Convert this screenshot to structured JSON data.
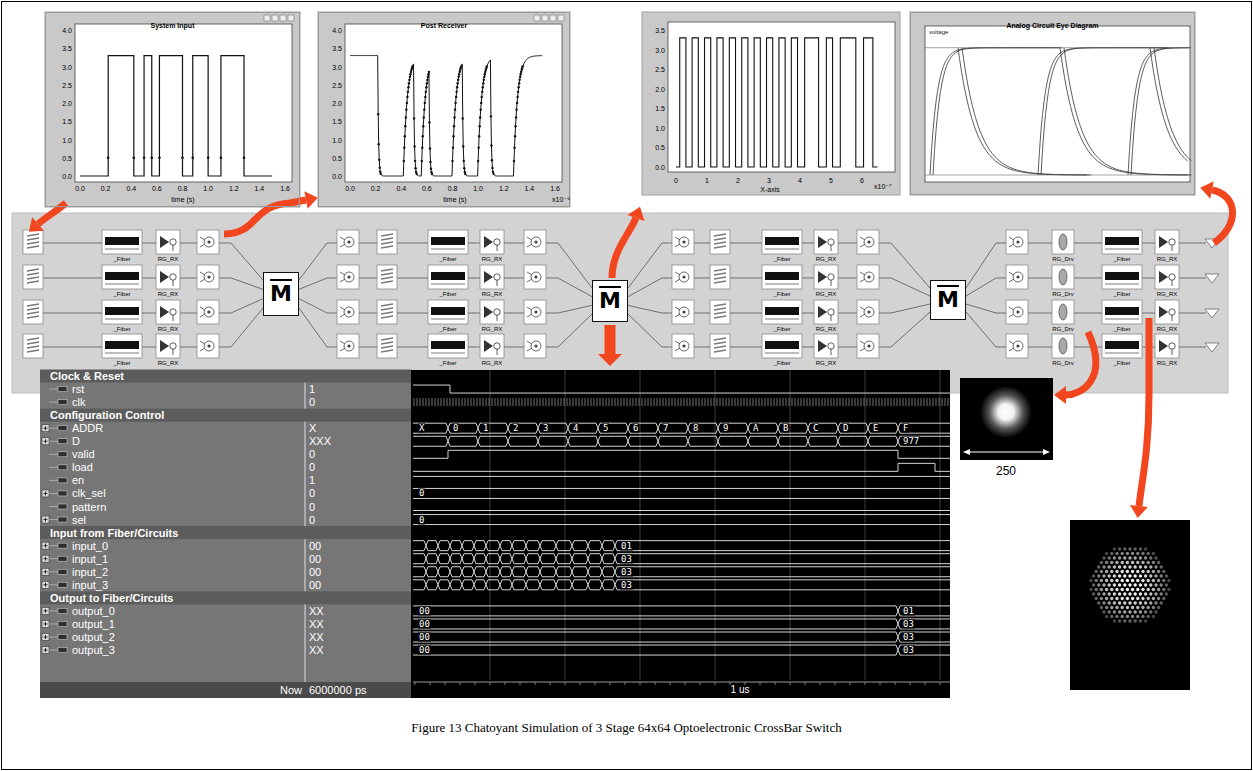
{
  "diagram": {
    "caption": "Figure 13 Chatoyant Simulation of 3 Stage 64x64 Optoelectronic CrossBar Switch",
    "nodes": [
      {
        "text": [
          "System Input"
        ]
      },
      {
        "text": [
          "Post Receiver"
        ]
      },
      {
        "text": [
          "Analog Circuit Eye Diagram"
        ]
      },
      {
        "text": [
          "M"
        ]
      },
      {
        "text": [
          "M"
        ]
      },
      {
        "text": [
          "M"
        ]
      }
    ],
    "labels": [
      "4.0",
      "3.5",
      "3.0",
      "2.5",
      "2.0",
      "1.5",
      "1.0",
      "0.5",
      "0.0",
      "0.0",
      "0.2",
      "0.4",
      "0.6",
      "0.8",
      "1.0",
      "1.2",
      "1.4",
      "1.6",
      "time (s)",
      "4.0",
      "3.5",
      "3.0",
      "2.5",
      "2.0",
      "1.5",
      "1.0",
      "0.5",
      "0.0",
      "0.0",
      "0.2",
      "0.4",
      "0.6",
      "0.8",
      "1.0",
      "1.2",
      "1.4",
      "1.6",
      "time (s)",
      "x10⁻⁹",
      "3.5",
      "3.0",
      "2.5",
      "2.0",
      "1.5",
      "1.0",
      "0.5",
      "0.0",
      "0",
      "1",
      "2",
      "3",
      "4",
      "5",
      "6",
      "X-axis",
      "x10⁻⁷",
      "voltage",
      "_Fiber",
      "RG_RX",
      "_Fiber",
      "RG_RX",
      "_Fiber",
      "RG_RX",
      "RG_Drv",
      "_Fiber",
      "RG_RX",
      "_Fiber",
      "RG_RX",
      "_Fiber",
      "RG_RX",
      "_Fiber",
      "RG_RX",
      "RG_Drv",
      "_Fiber",
      "RG_RX",
      "_Fiber",
      "RG_RX",
      "_Fiber",
      "RG_RX",
      "_Fiber",
      "RG_RX",
      "RG_Drv",
      "_Fiber",
      "RG_RX",
      "_Fiber",
      "RG_RX",
      "_Fiber",
      "RG_RX",
      "_Fiber",
      "RG_RX",
      "RG_Drv",
      "_Fiber",
      "RG_RX",
      "Clock & Reset",
      "rst",
      "1",
      "clk",
      "0",
      "Configuration Control",
      "ADDR",
      "X",
      "D",
      "XXX",
      "valid",
      "0",
      "load",
      "0",
      "en",
      "1",
      "clk_sel",
      "0",
      "pattern",
      "0",
      "sel",
      "0",
      "Input from Fiber/Circuits",
      "input_0",
      "00",
      "input_1",
      "00",
      "input_2",
      "00",
      "input_3",
      "00",
      "Output to Fiber/Circuits",
      "output_0",
      "XX",
      "output_1",
      "XX",
      "output_2",
      "XX",
      "output_3",
      "XX",
      "Now",
      "6000000 ps",
      "X",
      "0",
      "1",
      "2",
      "3",
      "4",
      "5",
      "6",
      "7",
      "8",
      "9",
      "A",
      "B",
      "C",
      "D",
      "E",
      "F",
      "977",
      "0",
      "0",
      "01",
      "03",
      "03",
      "03",
      "00",
      "01",
      "00",
      "03",
      "00",
      "03",
      "00",
      "03",
      "1 us",
      "250"
    ]
  }
}
